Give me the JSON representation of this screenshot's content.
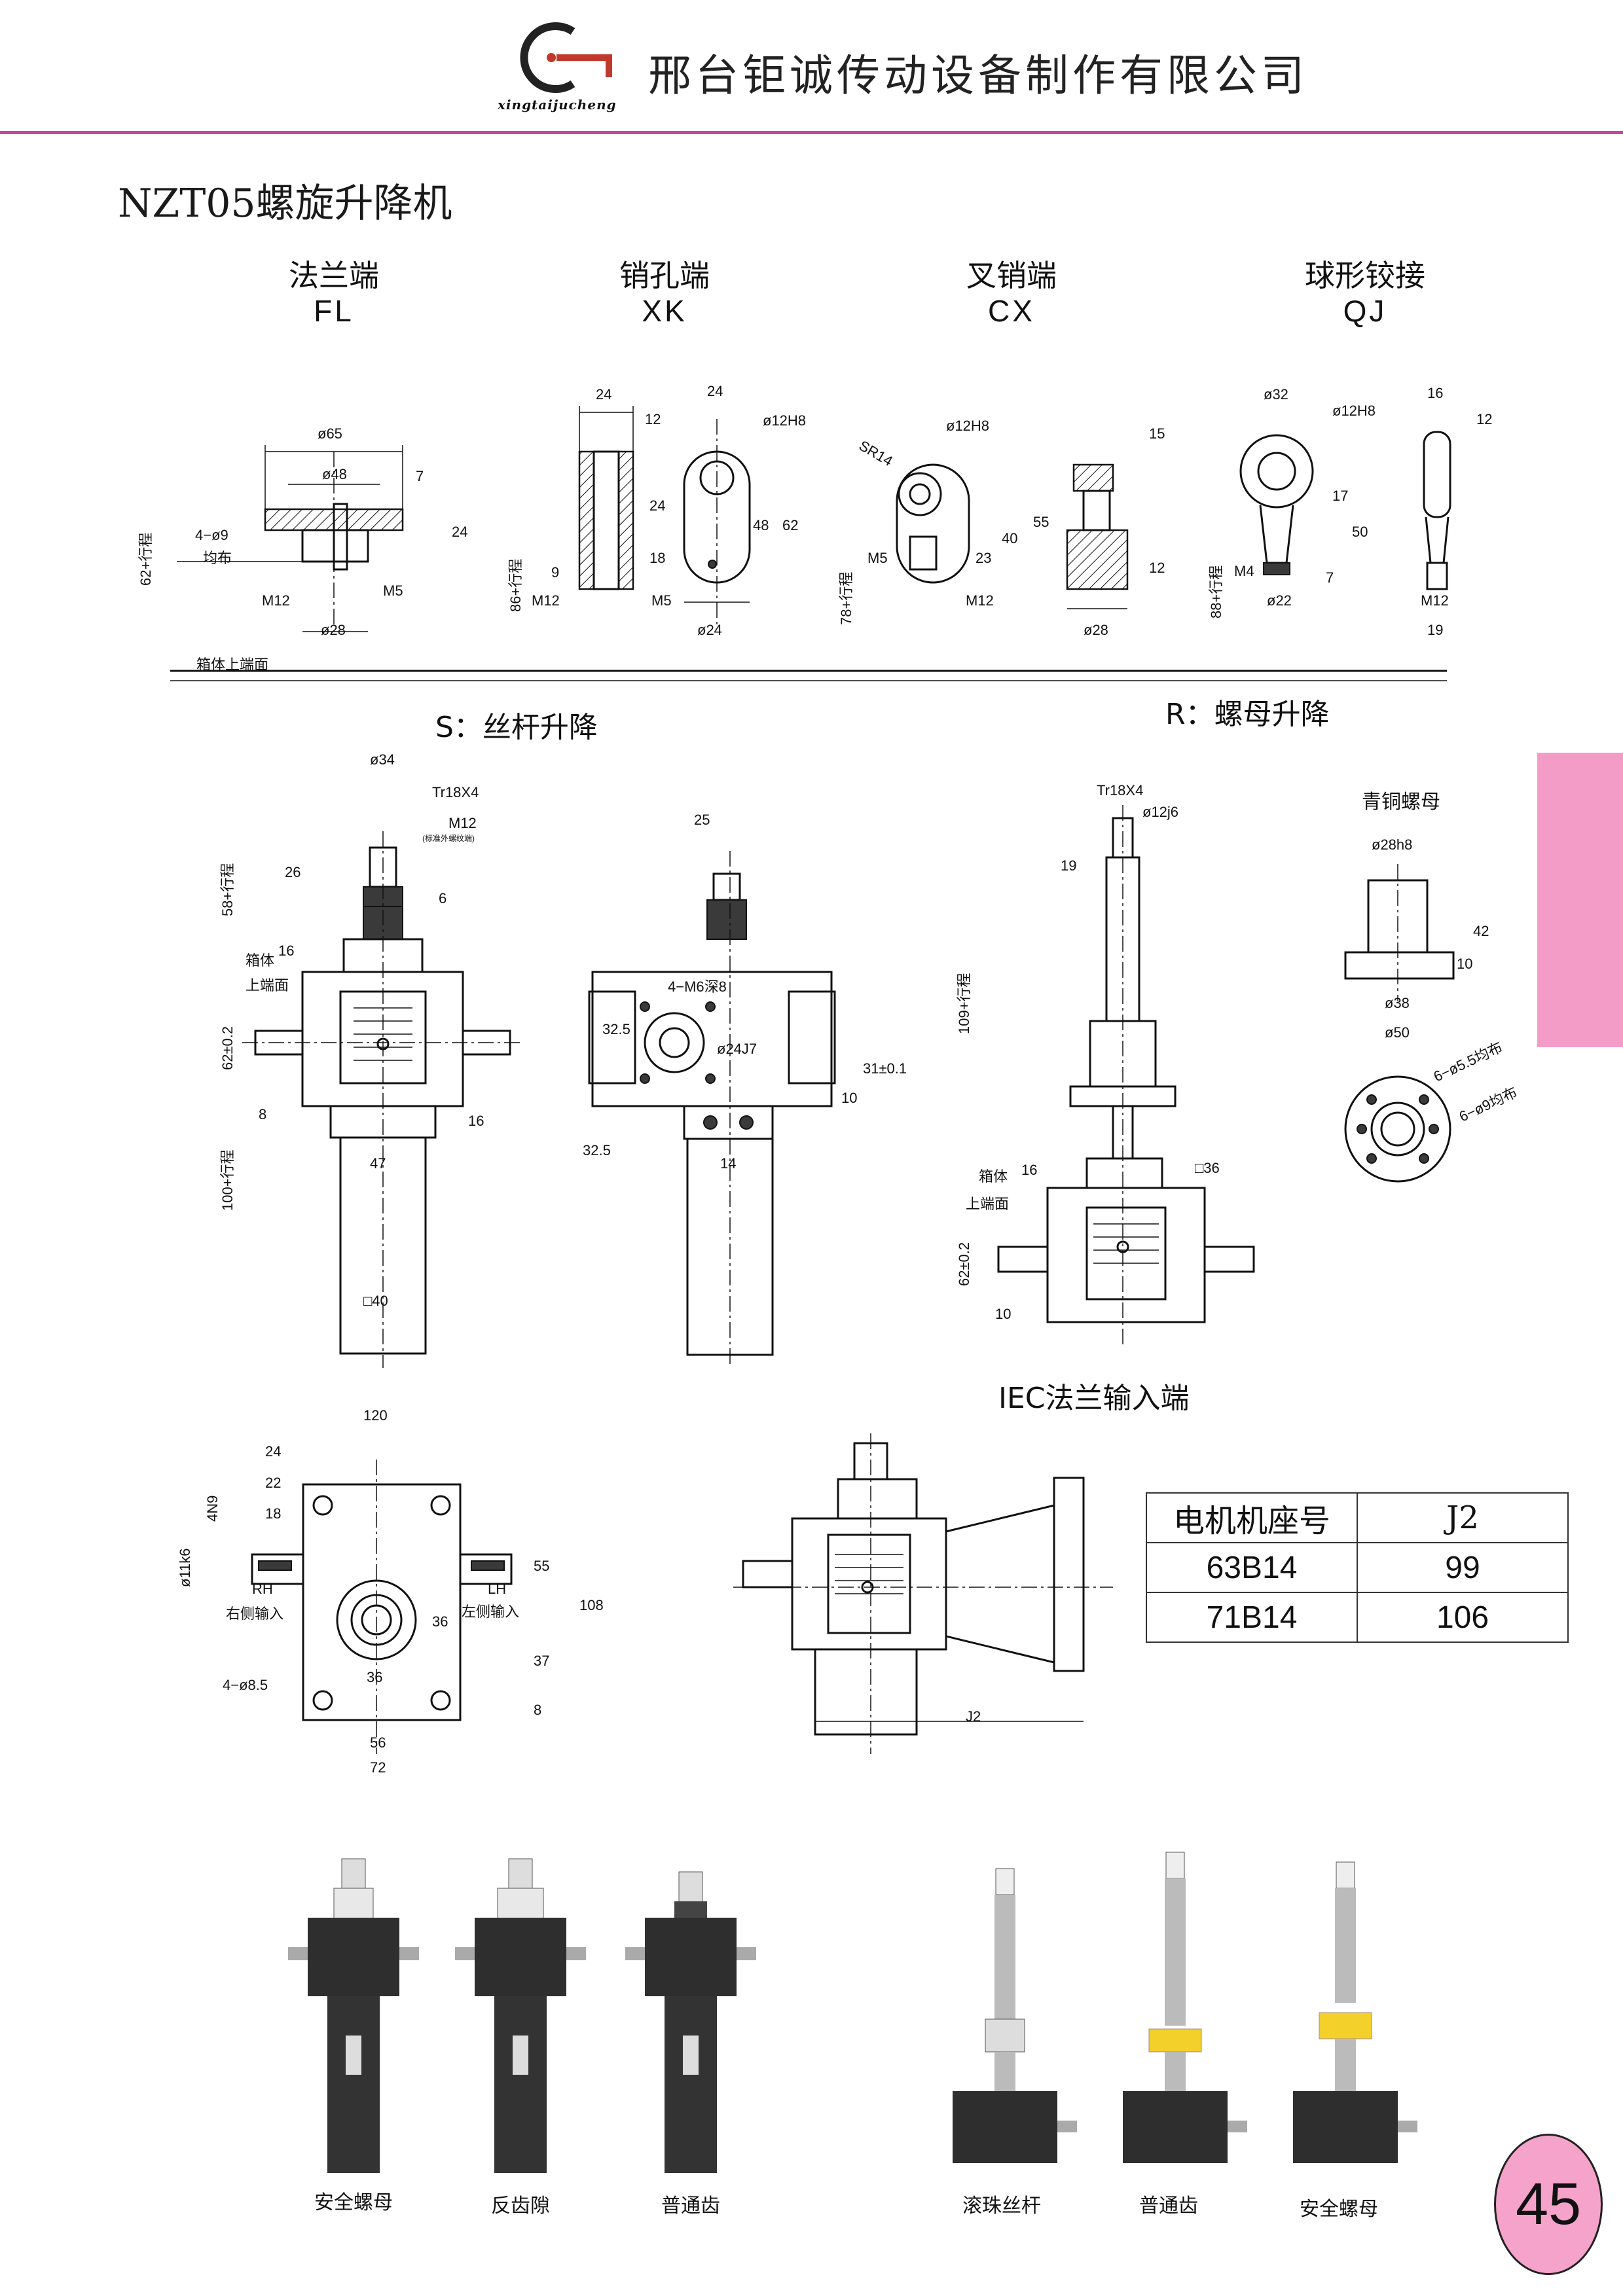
{
  "header": {
    "company": "邢台钜诚传动设备制作有限公司",
    "logo_subtitle": "xingtaijucheng",
    "accent_color": "#c24a9a"
  },
  "title": "NZT05螺旋升降机",
  "end_types": [
    {
      "name": "法兰端",
      "code": "FL"
    },
    {
      "name": "销孔端",
      "code": "XK"
    },
    {
      "name": "叉销端",
      "code": "CX"
    },
    {
      "name": "球形铰接",
      "code": "QJ"
    }
  ],
  "end_dims": {
    "fl": {
      "d65": "ø65",
      "d48": "ø48",
      "holes": "4−ø9",
      "even": "均布",
      "m12": "M12",
      "m5": "M5",
      "d28": "ø28",
      "h7": "7",
      "h24": "24",
      "stroke": "62+行程"
    },
    "xk": {
      "w24": "24",
      "w12": "12",
      "h24": "24",
      "h18": "18",
      "h9": "9",
      "m12": "M12",
      "m5": "M5",
      "stroke": "86+行程"
    },
    "xk2": {
      "w24": "24",
      "d12h8": "ø12H8",
      "h48": "48",
      "h62": "62",
      "d24": "ø24"
    },
    "cx": {
      "sr14": "SR14",
      "d12h8": "ø12H8",
      "m5": "M5",
      "m12": "M12",
      "h23": "23",
      "h40": "40",
      "h55": "55",
      "stroke": "78+行程"
    },
    "cx2": {
      "w15": "15",
      "h12": "12",
      "d28": "ø28"
    },
    "qj": {
      "d32": "ø32",
      "d12h8": "ø12H8",
      "m4": "M4",
      "d22": "ø22",
      "h17": "17",
      "h50": "50",
      "h7": "7",
      "stroke": "88+行程"
    },
    "qj2": {
      "w16": "16",
      "w12": "12",
      "m12": "M12",
      "w19": "19"
    },
    "box_top": "箱体上端面"
  },
  "sections": {
    "s_label": "S：丝杆升降",
    "r_label": "R：螺母升降",
    "bronze_nut": "青铜螺母",
    "iec_label": "IEC法兰输入端"
  },
  "s_dims": {
    "d34": "ø34",
    "tr": "Tr18X4",
    "m12": "M12",
    "m12_note": "(标准外螺纹端)",
    "h26": "26",
    "h6": "6",
    "stroke58": "58+行程",
    "h16": "16",
    "box": "箱体",
    "top": "上端面",
    "h62": "62±0.2",
    "h8": "8",
    "h16b": "16",
    "w47": "47",
    "stroke100": "100+行程",
    "sq40": "□40"
  },
  "side_dims": {
    "w25": "25",
    "m6": "4−M6深8",
    "h325": "32.5",
    "d24j7": "ø24J7",
    "h10": "10",
    "h31": "31±0.1",
    "w325": "32.5",
    "w14": "14"
  },
  "r_dims": {
    "tr": "Tr18X4",
    "d12j6": "ø12j6",
    "h19": "19",
    "stroke109": "109+行程",
    "h16": "16",
    "sq36": "□36",
    "box": "箱体",
    "top": "上端面",
    "h62": "62±0.2",
    "h10": "10"
  },
  "nut_dims": {
    "d28h8": "ø28h8",
    "h42": "42",
    "h10": "10",
    "d38": "ø38",
    "d50": "ø50",
    "holes55": "6−ø5.5均布",
    "holes9": "6−ø9均布"
  },
  "top_dims": {
    "w120": "120",
    "w24": "24",
    "w22": "22",
    "w18": "18",
    "key": "4N9",
    "shaft": "ø11k6",
    "rh": "RH",
    "right": "右侧输入",
    "lh": "LH",
    "left": "左侧输入",
    "h55": "55",
    "h108": "108",
    "h36": "36",
    "w36": "36",
    "h37": "37",
    "h8": "8",
    "holes": "4−ø8.5",
    "w56": "56",
    "w72": "72"
  },
  "iec_dims": {
    "j2": "J2"
  },
  "motor_table": {
    "header": [
      "电机机座号",
      "J2"
    ],
    "rows": [
      [
        "63B14",
        "99"
      ],
      [
        "71B14",
        "106"
      ]
    ]
  },
  "photos": [
    {
      "caption": "安全螺母"
    },
    {
      "caption": "反齿隙"
    },
    {
      "caption": "普通齿"
    },
    {
      "caption": "滚珠丝杆"
    },
    {
      "caption": "普通齿"
    },
    {
      "caption": "安全螺母"
    }
  ],
  "page_number": "45"
}
